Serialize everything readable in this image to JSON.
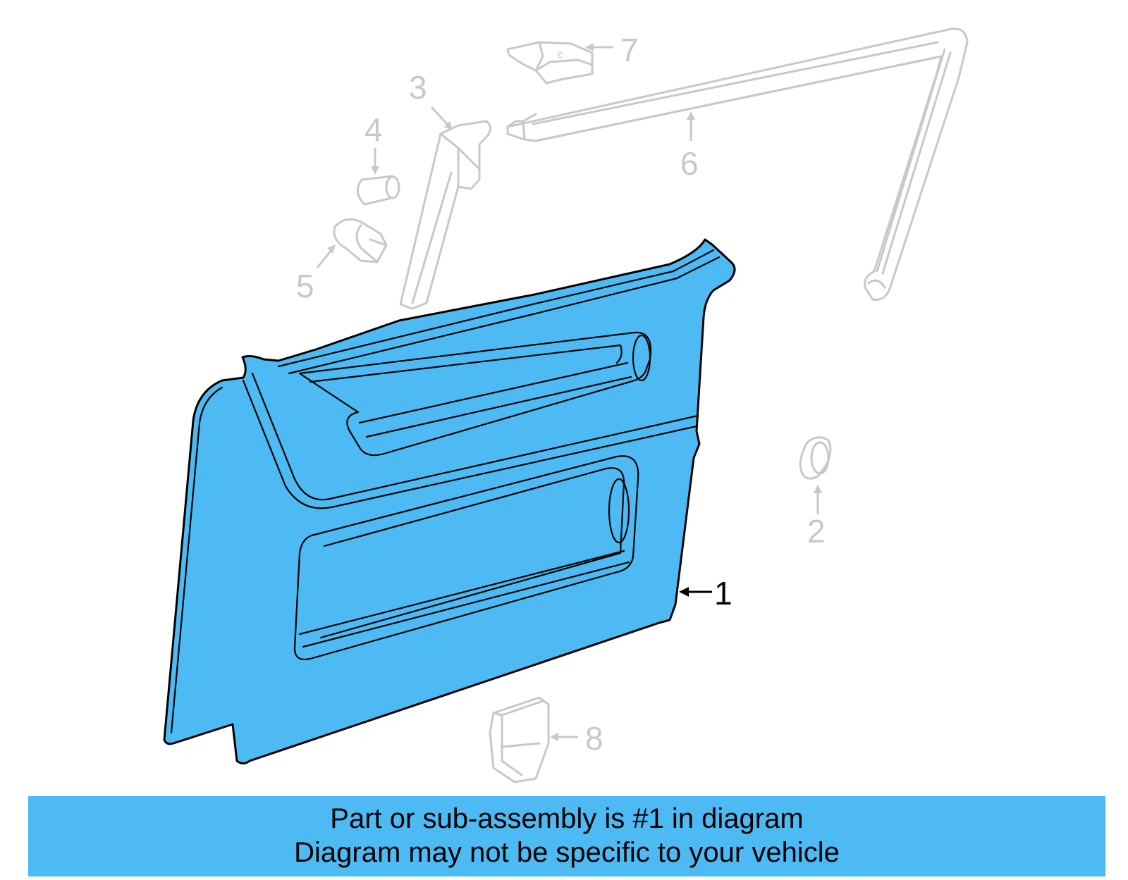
{
  "callouts": {
    "c1": "1",
    "c2": "2",
    "c3": "3",
    "c4": "4",
    "c5": "5",
    "c6": "6",
    "c7": "7",
    "c8": "8"
  },
  "banner": {
    "line1": "Part or sub-assembly is #1 in diagram",
    "line2": "Diagram may not be specific to your vehicle"
  },
  "colors": {
    "highlight": "#4dbaf4",
    "ghost_parts": "#c8c8c8",
    "outline": "#000000"
  }
}
